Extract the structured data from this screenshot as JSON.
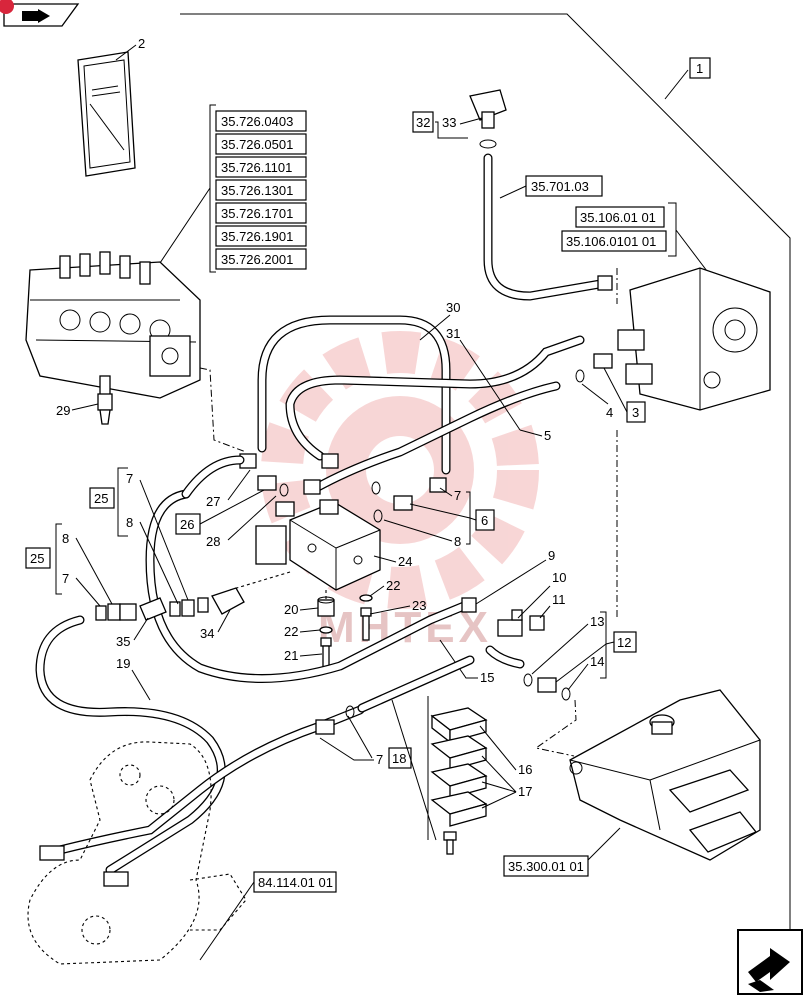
{
  "refs": {
    "r1": "1",
    "r3": "3",
    "r6": "6",
    "r12": "12",
    "r18": "18",
    "r25a": "25",
    "r25b": "25",
    "r26": "26",
    "r32": "32",
    "sec_valve_list": [
      "35.726.0403",
      "35.726.0501",
      "35.726.1101",
      "35.726.1301",
      "35.726.1701",
      "35.726.1901",
      "35.726.2001"
    ],
    "sec_35701": "35.701.03",
    "sec_pump_a": "35.106.01 01",
    "sec_pump_b": "35.106.0101 01",
    "sec_tank": "35.300.01 01",
    "sec_boom": "84.114.01 01"
  },
  "callouts": {
    "c2": "2",
    "c4": "4",
    "c5": "5",
    "c7a": "7",
    "c7b": "7",
    "c7c": "7",
    "c7d": "7",
    "c8a": "8",
    "c8b": "8",
    "c8c": "8",
    "c9": "9",
    "c10": "10",
    "c11": "11",
    "c13": "13",
    "c14": "14",
    "c15": "15",
    "c16": "16",
    "c17": "17",
    "c19": "19",
    "c20": "20",
    "c21": "21",
    "c22a": "22",
    "c22b": "22",
    "c23": "23",
    "c24": "24",
    "c27": "27",
    "c28": "28",
    "c29": "29",
    "c30": "30",
    "c31": "31",
    "c33": "33",
    "c34": "34",
    "c35": "35"
  },
  "watermark": "MHTEX",
  "colors": {
    "watermark": "#f2b5b5",
    "badge": "#d8263c"
  },
  "icons": {
    "top_left": "folder-arrow-icon",
    "bottom_right": "next-page-arrow-icon"
  }
}
